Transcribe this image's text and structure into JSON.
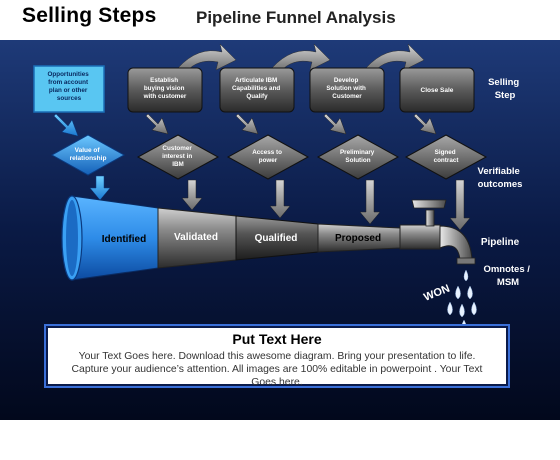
{
  "header": {
    "title": "Selling Steps",
    "subtitle": "Pipeline Funnel Analysis"
  },
  "top_boxes": [
    {
      "label": "Opportunities from account plan or other sources"
    },
    {
      "label": "Establish buying vision with customer"
    },
    {
      "label": "Articulate IBM Capabilities and Qualify"
    },
    {
      "label": "Develop Solution with Customer"
    },
    {
      "label": "Close Sale"
    }
  ],
  "diamonds": [
    {
      "label": "Value of relationship"
    },
    {
      "label": "Customer interest in IBM"
    },
    {
      "label": "Access to power"
    },
    {
      "label": "Preliminary Solution"
    },
    {
      "label": "Signed contract"
    }
  ],
  "side_labels": {
    "selling_step": "Selling Step",
    "verifiable_outcomes": "Verifiable outcomes",
    "pipeline": "Pipeline",
    "omnotes": "Omnotes / MSM",
    "won": "WON"
  },
  "funnel_stages": [
    "Identified",
    "Validated",
    "Qualified",
    "Proposed"
  ],
  "textbox": {
    "title": "Put Text Here",
    "body": "Your Text Goes here. Download this awesome diagram. Bring your presentation to life. Capture your audience’s attention. All images are 100% editable in powerpoint . Your Text Goes here."
  },
  "colors": {
    "background_top": "#1e3a78",
    "background_bottom": "#02081c",
    "box_fill": "#6e6e6e",
    "highlight_box": "#59c6f2",
    "highlight_diamond": "#2a8fd8",
    "funnel_blue": "#2e8ce8"
  }
}
